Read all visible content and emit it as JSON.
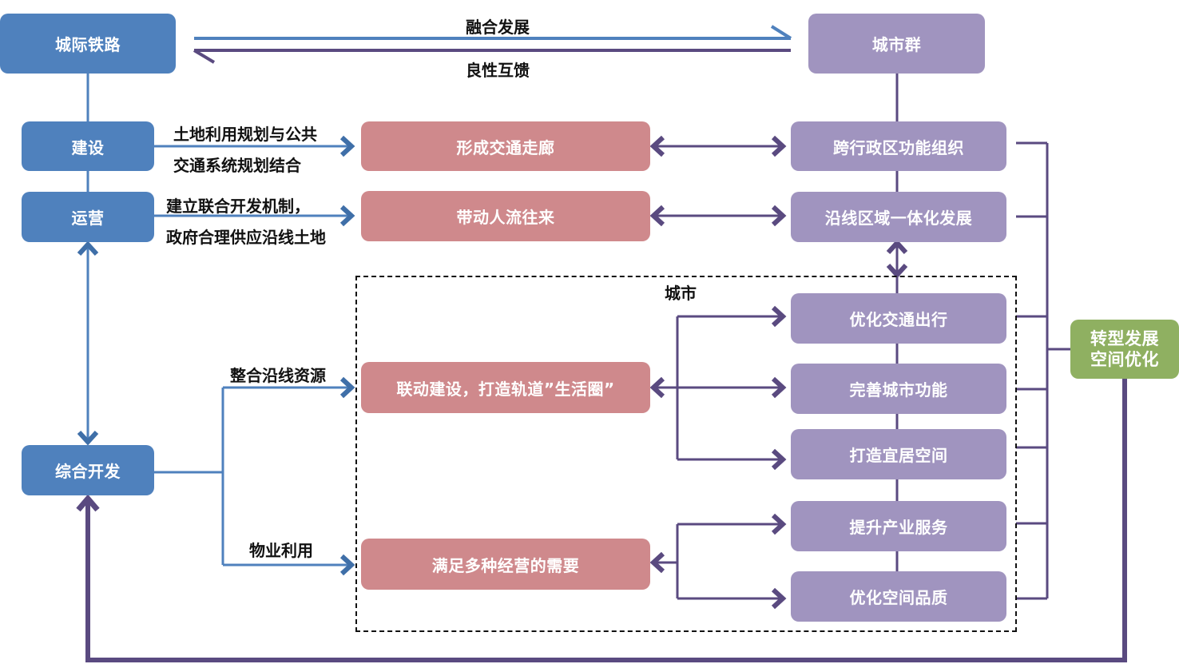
{
  "colors": {
    "rail_blue": "#4f81bd",
    "arrow_blue": "#3f6fa8",
    "pink": "#cf898c",
    "purple": "#a094bf",
    "arrow_purple": "#5a4a80",
    "green": "#8fb061"
  },
  "top": {
    "intercity_rail": "城际铁路",
    "city_cluster": "城市群",
    "forward_label": "融合发展",
    "backward_label": "良性互馈"
  },
  "rail_stages": {
    "construction": "建设",
    "operation": "运营",
    "comprehensive_dev": "综合开发"
  },
  "edge_labels": {
    "construction_line1": "土地利用规划与公共",
    "construction_line2": "交通系统规划结合",
    "operation_line1": "建立联合开发机制，",
    "operation_line2": "政府合理供应沿线土地",
    "integrate_resources": "整合沿线资源",
    "property_use": "物业利用"
  },
  "effects": {
    "corridor": "形成交通走廊",
    "people_flow": "带动人流往来",
    "living_circle": "联动建设，打造轨道”生活圈”",
    "business_needs": "满足多种经营的需要"
  },
  "cluster_outcomes": {
    "cross_admin": "跨行政区功能组织",
    "integration": "沿线区域一体化发展"
  },
  "city": {
    "title": "城市",
    "items": [
      "优化交通出行",
      "完善城市功能",
      "打造宜居空间",
      "提升产业服务",
      "优化空间品质"
    ]
  },
  "result": {
    "line1": "转型发展",
    "line2": "空间优化"
  }
}
